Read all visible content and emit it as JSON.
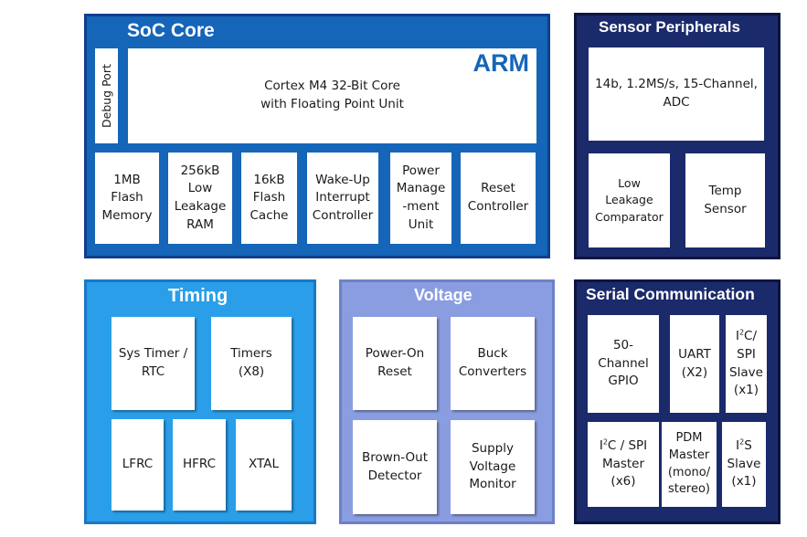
{
  "soc": {
    "title": "SoC Core",
    "debug_port": "Debug Port",
    "core": "Cortex M4 32-Bit Core\nwith Floating Point Unit",
    "arm_logo": "ARM",
    "blocks": [
      "1MB\nFlash\nMemory",
      "256kB\nLow\nLeakage\nRAM",
      "16kB\nFlash\nCache",
      "Wake-Up\nInterrupt\nController",
      "Power\nManage\n-ment\nUnit",
      "Reset\nController"
    ]
  },
  "sensor": {
    "title": "Sensor Peripherals",
    "adc": "14b, 1.2MS/s, 15-Channel,\nADC",
    "comparator": "Low\nLeakage\nComparator",
    "temp": "Temp\nSensor"
  },
  "timing": {
    "title": "Timing",
    "sys_timer": "Sys Timer /\nRTC",
    "timers": "Timers\n(X8)",
    "lfrc": "LFRC",
    "hfrc": "HFRC",
    "xtal": "XTAL"
  },
  "voltage": {
    "title": "Voltage",
    "por": "Power-On\nReset",
    "buck": "Buck\nConverters",
    "bod": "Brown-Out\nDetector",
    "svm": "Supply\nVoltage\nMonitor"
  },
  "serial": {
    "title": "Serial Communication",
    "gpio": "50-\nChannel\nGPIO",
    "uart": "UART\n(X2)",
    "i2c_slave_a": "I",
    "i2c_slave_sup": "2",
    "i2c_slave_b": "C/\nSPI\nSlave\n(x1)",
    "i2c_master_a": "I",
    "i2c_master_sup": "2",
    "i2c_master_b": "C / SPI\nMaster\n(x6)",
    "pdm": "PDM\nMaster\n(mono/\nstereo)",
    "i2s_a": "I",
    "i2s_sup": "2",
    "i2s_b": "S\nSlave\n(x1)"
  }
}
